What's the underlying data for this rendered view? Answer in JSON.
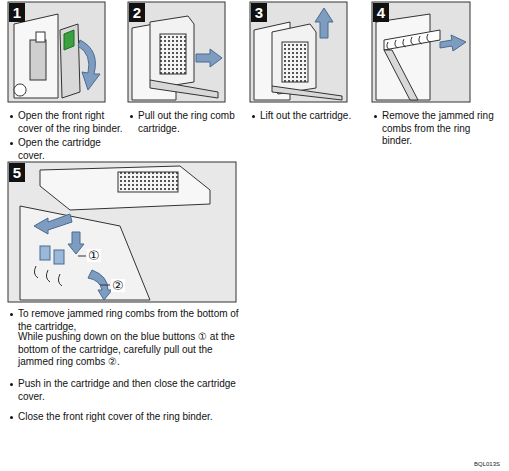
{
  "diagram": {
    "nodes": [
      {
        "text": [
          "1"
        ]
      },
      {
        "text": [
          "2"
        ]
      },
      {
        "text": [
          "3"
        ]
      },
      {
        "text": [
          "4"
        ]
      },
      {
        "text": [
          "5"
        ]
      }
    ],
    "labels": [
      "Open the front right cover of the ring binder.",
      "Open the cartridge cover.",
      "Pull out the ring comb cartridge.",
      "Lift out the cartridge.",
      "Remove the jammed ring combs from the ring binder.",
      "①",
      "②",
      "To remove jammed ring combs from the bottom of the cartridge,",
      "While pushing down on the blue buttons ① at the bottom of the cartridge, carefully pull out the jammed ring combs ②.",
      "Push in the cartridge and then close the cartridge cover.",
      "Close the front right cover of the ring binder.",
      "BQL013S"
    ]
  }
}
